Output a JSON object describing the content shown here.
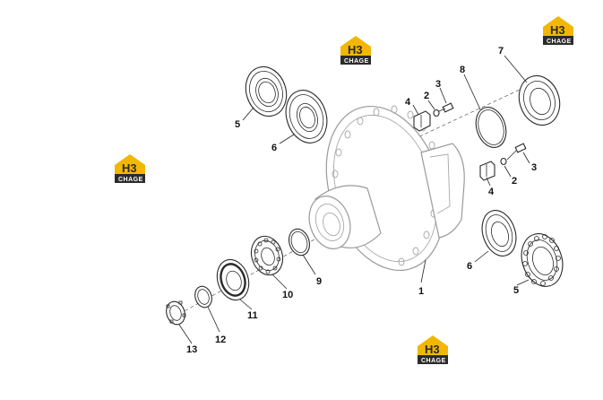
{
  "diagram": {
    "callouts": [
      {
        "id": "c1",
        "label": "1"
      },
      {
        "id": "c2a",
        "label": "2"
      },
      {
        "id": "c2b",
        "label": "2"
      },
      {
        "id": "c3a",
        "label": "3"
      },
      {
        "id": "c3b",
        "label": "3"
      },
      {
        "id": "c4a",
        "label": "4"
      },
      {
        "id": "c4b",
        "label": "4"
      },
      {
        "id": "c5a",
        "label": "5"
      },
      {
        "id": "c5b",
        "label": "5"
      },
      {
        "id": "c6a",
        "label": "6"
      },
      {
        "id": "c6b",
        "label": "6"
      },
      {
        "id": "c7",
        "label": "7"
      },
      {
        "id": "c8",
        "label": "8"
      },
      {
        "id": "c9",
        "label": "9"
      },
      {
        "id": "c10",
        "label": "10"
      },
      {
        "id": "c11",
        "label": "11"
      },
      {
        "id": "c12",
        "label": "12"
      },
      {
        "id": "c13",
        "label": "13"
      }
    ],
    "watermark": {
      "mark": "H3",
      "text": "CHAGE",
      "colors": {
        "primary": "#f2b705",
        "dark": "#2b2b2b"
      }
    }
  }
}
